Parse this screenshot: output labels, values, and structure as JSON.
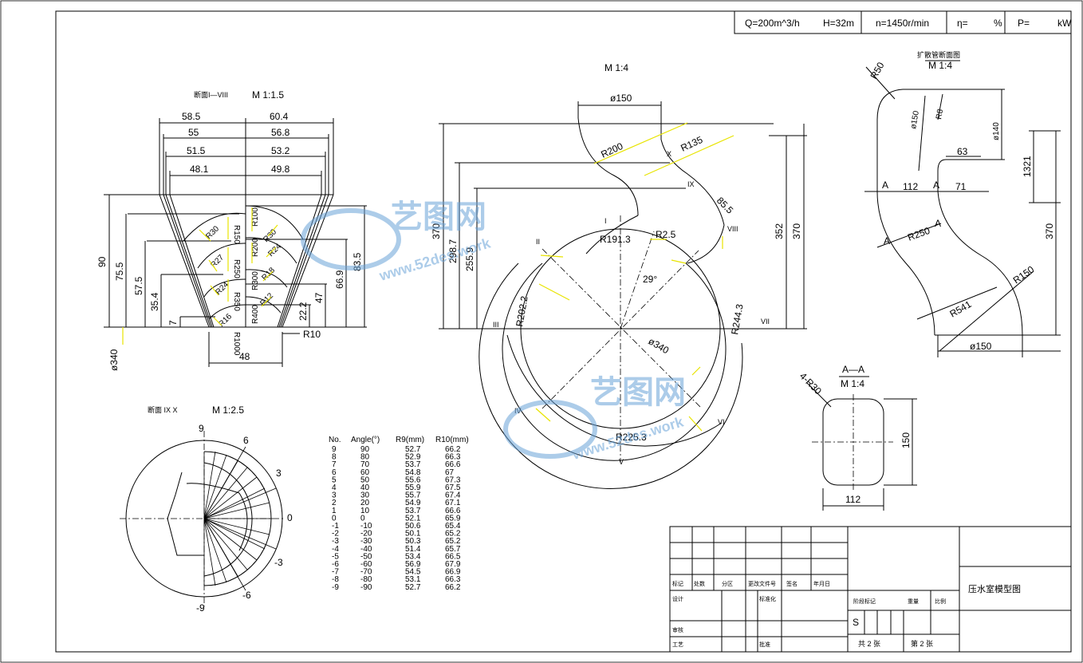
{
  "header": {
    "q": "Q=200m^3/h",
    "h": "H=32m",
    "n": "n=1450r/min",
    "eta": "η=",
    "pct": "%",
    "p": "P=",
    "kw": "kW"
  },
  "views": {
    "sections_title": "断面I—VIII",
    "sections_scale": "M 1:1.5",
    "main_scale": "M 1:4",
    "diffuser_title": "扩散管断面图",
    "diffuser_scale": "M 1:4",
    "aa_title": "A—A",
    "aa_scale": "M 1:4",
    "polar_title": "断面 IX X",
    "polar_scale": "M 1:2.5"
  },
  "section_dims": {
    "top_left": [
      "58.5",
      "55",
      "51.5",
      "48.1"
    ],
    "top_right": [
      "60.4",
      "56.8",
      "53.2",
      "49.8"
    ],
    "left_vert": [
      "90",
      "75.5",
      "57.5",
      "35.4",
      "7"
    ],
    "right_vert": [
      "83.5",
      "66.9",
      "47",
      "22.2"
    ],
    "radii_left": [
      "R30",
      "R27",
      "R24",
      "R16"
    ],
    "radii_mid": [
      "R150",
      "R250",
      "R350",
      "R1000"
    ],
    "radii_right": [
      "R100",
      "R200",
      "R300",
      "R400"
    ],
    "radii_inner": [
      "R30",
      "R24",
      "R18",
      "R12"
    ],
    "dia": "ø340",
    "bottom": "48",
    "r10": "R10"
  },
  "main_dims": {
    "dia150": "ø150",
    "r200": "R200",
    "r135": "R135",
    "d85": "85.5",
    "r25": "R2.5",
    "r191": "R191.3",
    "angle": "29°",
    "r202": "R202.2",
    "r244": "R244.3",
    "dia340": "ø340",
    "r225": "R225.3",
    "v370l": "370",
    "v298": "298.7",
    "v255": "255.9",
    "v352": "352",
    "v370r": "370",
    "roman": [
      "I",
      "II",
      "III",
      "IV",
      "V",
      "VI",
      "VII",
      "VIII",
      "IX",
      "X"
    ]
  },
  "diffuser_dims": {
    "r50": "R50",
    "d150": "ø150",
    "r8": "R8",
    "d140": "ø140",
    "w63": "63",
    "w112": "112",
    "w71": "71",
    "h1321": "1321",
    "r250": "R250",
    "h370": "370",
    "r150": "R150",
    "r541": "R541",
    "d150b": "ø150",
    "a": "A"
  },
  "aa_dims": {
    "r30": "4-R30",
    "h150": "150",
    "w112": "112"
  },
  "polar": {
    "labels": [
      "9",
      "6",
      "3",
      "0",
      "-3",
      "-6",
      "-9"
    ]
  },
  "table": {
    "headers": [
      "No.",
      "Angle(°)",
      "R9(mm)",
      "R10(mm)"
    ],
    "rows": [
      [
        "9",
        "90",
        "52.7",
        "66.2"
      ],
      [
        "8",
        "80",
        "52.9",
        "66.3"
      ],
      [
        "7",
        "70",
        "53.7",
        "66.6"
      ],
      [
        "6",
        "60",
        "54.8",
        "67"
      ],
      [
        "5",
        "50",
        "55.6",
        "67.3"
      ],
      [
        "4",
        "40",
        "55.9",
        "67.5"
      ],
      [
        "3",
        "30",
        "55.7",
        "67.4"
      ],
      [
        "2",
        "20",
        "54.9",
        "67.1"
      ],
      [
        "1",
        "10",
        "53.7",
        "66.6"
      ],
      [
        "0",
        "0",
        "52.1",
        "65.9"
      ],
      [
        "-1",
        "-10",
        "50.6",
        "65.4"
      ],
      [
        "-2",
        "-20",
        "50.1",
        "65.2"
      ],
      [
        "-3",
        "-30",
        "50.3",
        "65.2"
      ],
      [
        "-4",
        "-40",
        "51.4",
        "65.7"
      ],
      [
        "-5",
        "-50",
        "53.4",
        "66.5"
      ],
      [
        "-6",
        "-60",
        "56.9",
        "67.9"
      ],
      [
        "-7",
        "-70",
        "54.5",
        "66.9"
      ],
      [
        "-8",
        "-80",
        "53.1",
        "66.3"
      ],
      [
        "-9",
        "-90",
        "52.7",
        "66.2"
      ]
    ]
  },
  "title_block": {
    "drawing_title": "压水室模型图",
    "row_labels": [
      "标记",
      "处数",
      "分区",
      "更改文件号",
      "签名",
      "年月日"
    ],
    "design": "设计",
    "standard": "标准化",
    "review": "审核",
    "process": "工艺",
    "approve": "批准",
    "stage": "阶段标记",
    "weight": "重量",
    "scale": "比例",
    "s": "S",
    "sheets_total": "共 2 张",
    "sheet_no": "第 2 张"
  },
  "watermark": {
    "brand": "艺图网",
    "url1": "www.52des.work",
    "url2": "www.52des.work"
  }
}
